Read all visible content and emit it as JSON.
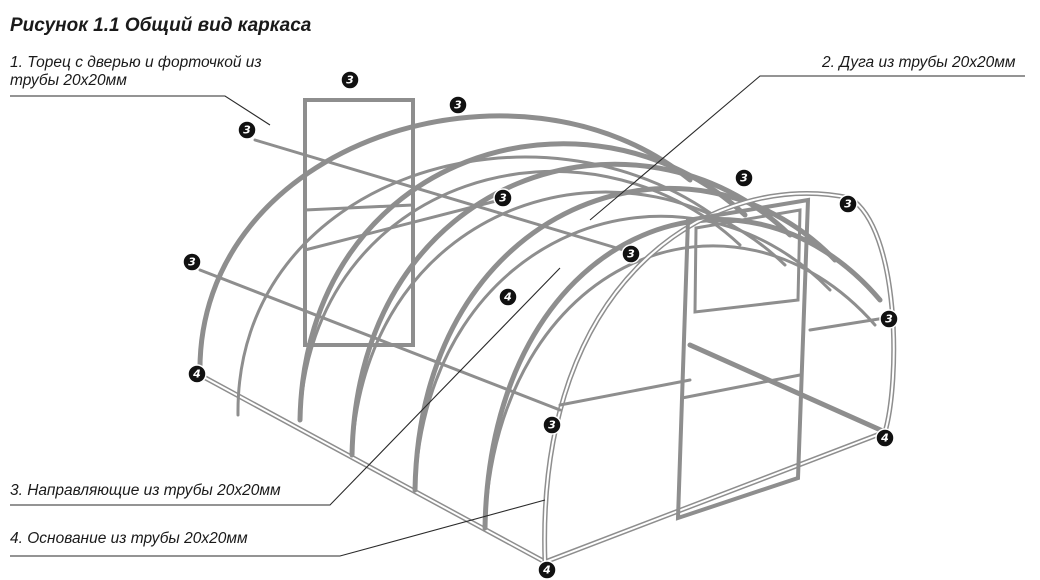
{
  "title": "Рисунок 1.1 Общий вид каркаса",
  "labels": {
    "end_wall": "1. Торец с дверью и форточкой из трубы 20х20мм",
    "arc": "2. Дуга из трубы 20х20мм",
    "guides": "3. Направляющие из трубы 20х20мм",
    "base": "4. Основание из трубы 20х20мм"
  },
  "badges": {
    "three": "3",
    "four": "4"
  }
}
